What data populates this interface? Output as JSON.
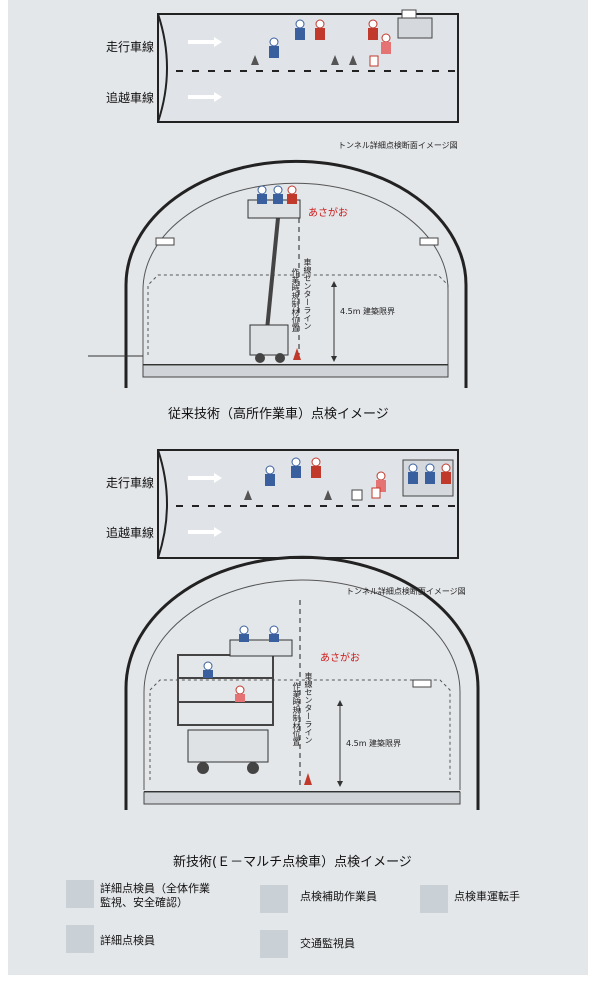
{
  "top": {
    "lane1": "走行車線",
    "lane2": "追越車線",
    "section_title": "トンネル詳細点検断面イメージ図",
    "vehicle_name": "あさがお",
    "centerline_label": [
      "車線センターライン",
      "作業時規制材位置"
    ],
    "clearance_label": "4.5m 建築限界",
    "caption": "従来技術（高所作業車）点検イメージ"
  },
  "bottom": {
    "lane1": "走行車線",
    "lane2": "追越車線",
    "section_title": "トンネル詳細点検断面イメージ図",
    "vehicle_name": "あさがお",
    "centerline_label": [
      "車線センターライン",
      "作業時規制材位置"
    ],
    "clearance_label": "4.5m 建築限界",
    "caption": "新技術(Ｅ－マルチ点検車）点検イメージ"
  },
  "legend": {
    "item1": [
      "詳細点検員（全体作業",
      "監視、安全確認）"
    ],
    "item2": "点検補助作業員",
    "item3": "点検車運転手",
    "item4": "詳細点検員",
    "item5": "交通監視員"
  },
  "colors": {
    "panel": "#e4e7ea",
    "worker_blue": "#3a5f9e",
    "worker_red": "#c0392b",
    "alert_red": "#d01818"
  }
}
